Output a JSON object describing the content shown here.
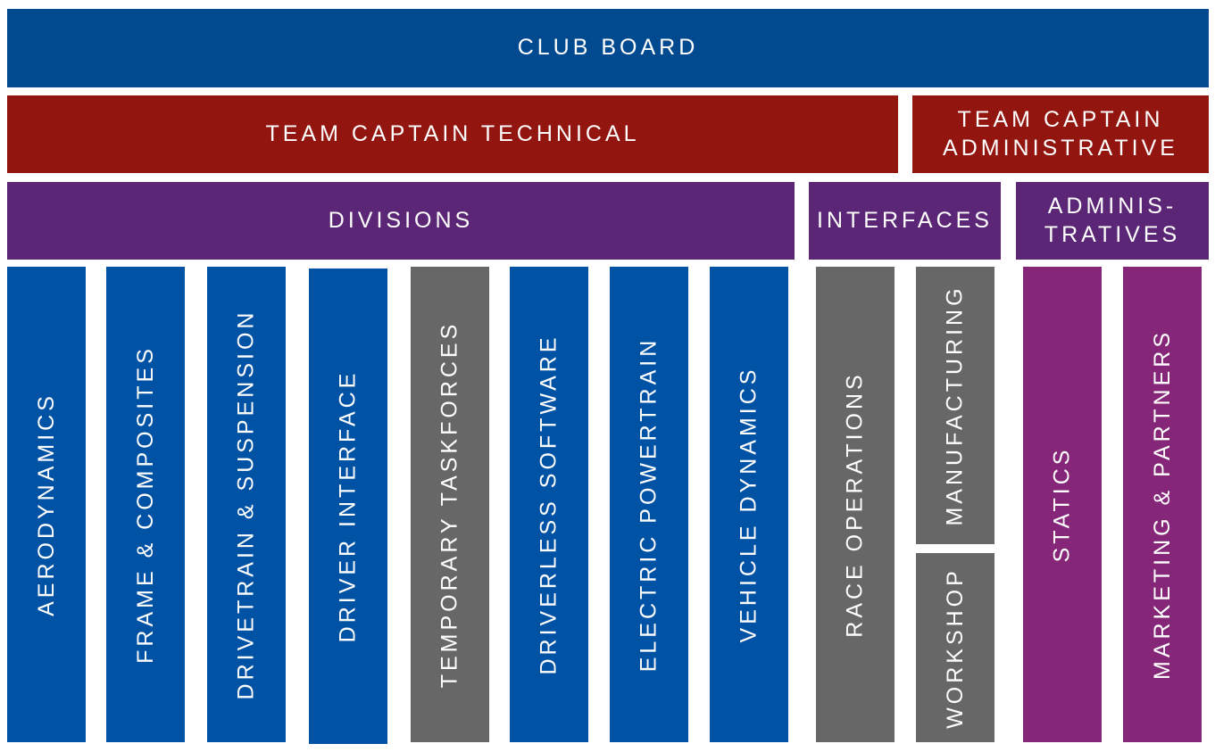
{
  "header": {
    "club_board": "CLUB BOARD",
    "team_captain_technical": "TEAM CAPTAIN TECHNICAL",
    "team_captain_administrative_line1": "TEAM CAPTAIN",
    "team_captain_administrative_line2": "ADMINISTRATIVE"
  },
  "groups": {
    "divisions": "DIVISIONS",
    "interfaces": "INTERFACES",
    "administratives_line1": "ADMINIS-",
    "administratives_line2": "TRATIVES"
  },
  "divisions": [
    {
      "label": "AERODYNAMICS",
      "color": "#0052a5"
    },
    {
      "label": "FRAME & COMPOSITES",
      "color": "#0052a5"
    },
    {
      "label": "DRIVETRAIN & SUSPENSION",
      "color": "#0052a5"
    },
    {
      "label": "DRIVER INTERFACE",
      "color": "#0052a5"
    },
    {
      "label": "TEMPORARY TASKFORCES",
      "color": "#676767"
    },
    {
      "label": "DRIVERLESS SOFTWARE",
      "color": "#0052a5"
    },
    {
      "label": "ELECTRIC POWERTRAIN",
      "color": "#0052a5"
    },
    {
      "label": "VEHICLE DYNAMICS",
      "color": "#0052a5"
    }
  ],
  "interfaces": [
    {
      "label": "RACE OPERATIONS"
    },
    {
      "label": "MANUFACTURING"
    },
    {
      "label": "WORKSHOP"
    }
  ],
  "administratives": [
    {
      "label": "STATICS"
    },
    {
      "label": "MARKETING & PARTNERS"
    }
  ],
  "colors": {
    "club_board": "#024a8f",
    "team_captain": "#92150f",
    "group_header": "#5b2675",
    "division_blue": "#0052a5",
    "interface_grey": "#676767",
    "administrative_magenta": "#852679"
  }
}
